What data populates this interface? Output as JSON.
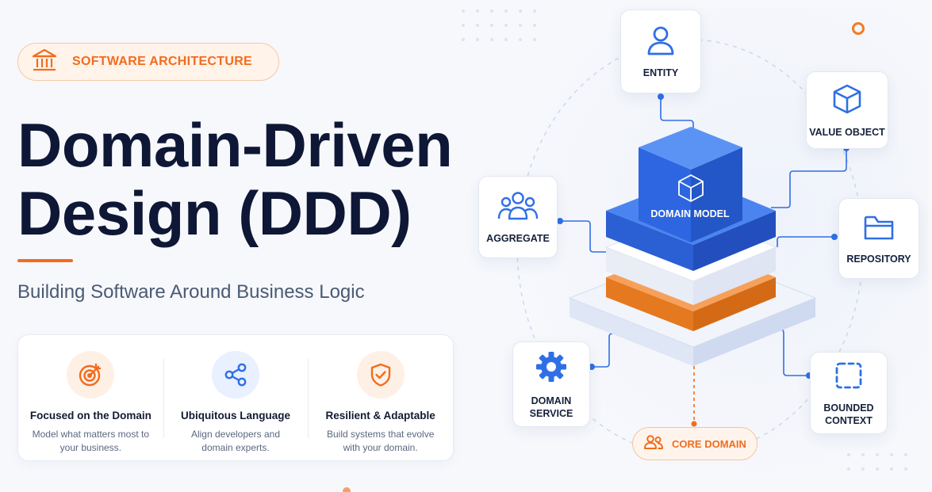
{
  "header": {
    "tag_label": "SOFTWARE ARCHITECTURE",
    "title_line1": "Domain-Driven",
    "title_line2": "Design (DDD)",
    "subtitle": "Building Software Around Business Logic"
  },
  "features": [
    {
      "title": "Focused on the Domain",
      "desc": "Model what matters most to your business.",
      "icon": "target-icon"
    },
    {
      "title": "Ubiquitous Language",
      "desc": "Align developers and domain experts.",
      "icon": "share-nodes-icon"
    },
    {
      "title": "Resilient & Adaptable",
      "desc": "Build systems that evolve with your domain.",
      "icon": "shield-check-icon"
    }
  ],
  "diagram": {
    "center_label": "DOMAIN MODEL",
    "nodes": {
      "entity": "ENTITY",
      "value_object": "VALUE OBJECT",
      "aggregate": "AGGREGATE",
      "repository": "REPOSITORY",
      "domain_service": "DOMAIN SERVICE",
      "bounded_context": "BOUNDED CONTEXT"
    },
    "core_domain": "CORE DOMAIN"
  },
  "colors": {
    "accent_orange": "#f26c1d",
    "accent_blue": "#2f6fe6",
    "navy": "#0e1735"
  }
}
